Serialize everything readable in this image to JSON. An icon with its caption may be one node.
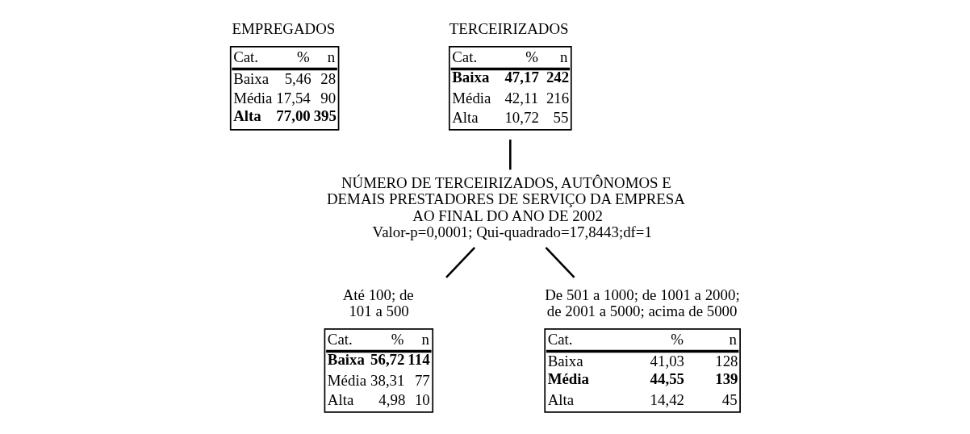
{
  "diagram": {
    "nodes": [
      {
        "text": [
          "EMPREGADOS",
          "Cat.",
          "%",
          "n",
          "Baixa",
          "5,46",
          "28",
          "Média",
          "17,54",
          "90",
          "Alta",
          "77,00",
          "395"
        ]
      },
      {
        "text": [
          "TERCEIRIZADOS",
          "Cat.",
          "%",
          "n",
          "Baixa",
          "47,17",
          "242",
          "Média",
          "42,11",
          "216",
          "Alta",
          "10,72",
          "55"
        ]
      },
      {
        "text": [
          "NÚMERO DE TERCEIRIZADOS, AUTÔNOMOS E DEMAIS PRESTADORES DE SERVIÇO DA EMPRESA AO FINAL DO ANO DE 2002",
          "Valor-p=0,0001; Qui-quadrado=17,8443;df=1"
        ]
      },
      {
        "text": [
          "Até 100; de 101 a 500",
          "Cat.",
          "%",
          "n",
          "Baixa",
          "56,72",
          "114",
          "Média",
          "38,31",
          "77",
          "Alta",
          "4,98",
          "10"
        ]
      },
      {
        "text": [
          "De 501 a 1000; de 1001 a 2000; de 2001 a 5000; acima de 5000",
          "Cat.",
          "%",
          "n",
          "Baixa",
          "41,03",
          "128",
          "Média",
          "44,55",
          "139",
          "Alta",
          "14,42",
          "45"
        ]
      }
    ],
    "edges": [
      {
        "from": 1,
        "to": 2,
        "arrow": "none"
      },
      {
        "from": 2,
        "to": 3,
        "arrow": "none"
      },
      {
        "from": 2,
        "to": 4,
        "arrow": "none"
      }
    ]
  }
}
